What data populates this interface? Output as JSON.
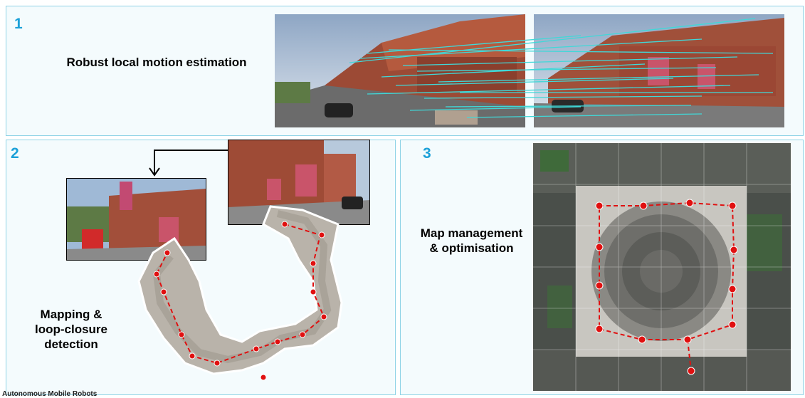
{
  "panels": [
    {
      "number": "1",
      "label": "Robust local motion estimation"
    },
    {
      "number": "2",
      "label": "Mapping &\nloop-closure\ndetection"
    },
    {
      "number": "3",
      "label": "Map management\n& optimisation"
    }
  ],
  "footer": "Autonomous Mobile Robots",
  "colors": {
    "accent": "#1ba0d8",
    "panel_border": "#8fd3e6",
    "panel_bg": "#f4fbfd",
    "match_lines": "#40d8d8",
    "trajectory": "#e01010"
  }
}
